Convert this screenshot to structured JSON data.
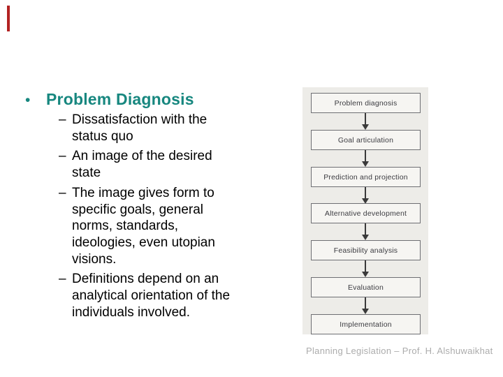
{
  "slide": {
    "accent_color": "#B22222",
    "title": {
      "bullet_glyph": "•",
      "text": "Problem Diagnosis",
      "color": "#17877F"
    },
    "bullets": [
      {
        "dash": "–",
        "text": "Dissatisfaction with the\nstatus quo"
      },
      {
        "dash": "–",
        "text": "An image of the desired\nstate"
      },
      {
        "dash": "–",
        "text": "The image gives form to\nspecific goals, general\nnorms, standards,\nideologies, even utopian\nvisions."
      },
      {
        "dash": "–",
        "text": "Definitions depend on an\nanalytical orientation of the\nindividuals involved."
      }
    ],
    "footer": "Planning Legislation  – Prof. H. Alshuwaikhat"
  },
  "flowchart": {
    "background": "#EDECE8",
    "box_border": "#6E6F73",
    "steps": [
      "Problem diagnosis",
      "Goal articulation",
      "Prediction and projection",
      "Alternative development",
      "Feasibility analysis",
      "Evaluation",
      "Implementation"
    ]
  }
}
